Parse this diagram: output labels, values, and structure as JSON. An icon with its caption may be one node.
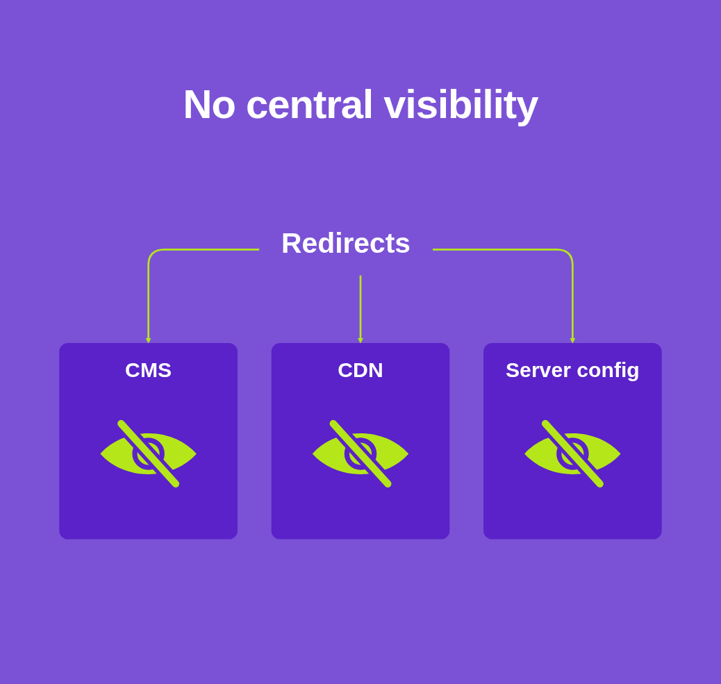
{
  "diagram": {
    "title": "No central visibility",
    "nodes": [
      {
        "text": [
          "Redirects"
        ]
      },
      {
        "text": [
          "CMS"
        ]
      },
      {
        "text": [
          "CDN"
        ]
      },
      {
        "text": [
          "Server config"
        ]
      }
    ],
    "edges": [
      {
        "from": 0,
        "to": 1,
        "arrow": "to"
      },
      {
        "from": 0,
        "to": 2,
        "arrow": "to"
      },
      {
        "from": 0,
        "to": 3,
        "arrow": "to"
      }
    ]
  }
}
